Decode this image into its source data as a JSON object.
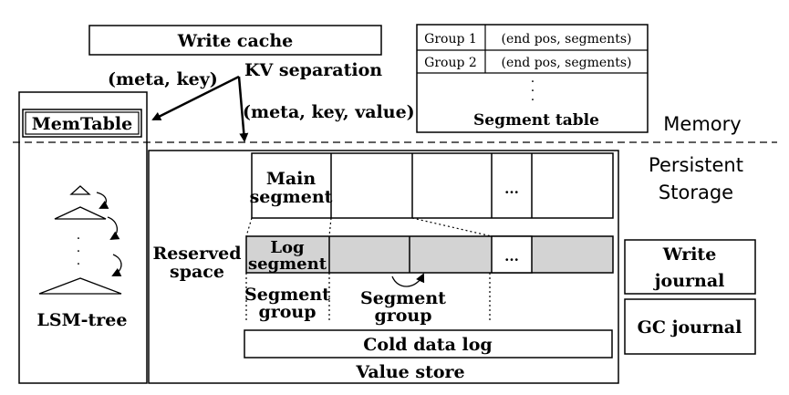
{
  "write_cache": {
    "label": "Write cache"
  },
  "kv_separation": {
    "label": "KV separation"
  },
  "arrows": {
    "meta_key": "(meta, key)",
    "meta_key_value": "(meta, key, value)"
  },
  "segment_table": {
    "rows": [
      {
        "group": "Group 1",
        "value": "(end pos, segments)"
      },
      {
        "group": "Group 2",
        "value": "(end pos, segments)"
      }
    ],
    "ellipsis": ".",
    "title": "Segment table"
  },
  "regions": {
    "memory": "Memory",
    "persistent_line1": "Persistent",
    "persistent_line2": "Storage"
  },
  "memtable": {
    "label": "MemTable"
  },
  "lsm_tree": {
    "label": "LSM-tree",
    "ellipsis": "."
  },
  "value_store": {
    "title": "Value store",
    "reserved_line1": "Reserved",
    "reserved_line2": "space",
    "main_segment_line1": "Main",
    "main_segment_line2": "segment",
    "log_segment_line1": "Log",
    "log_segment_line2": "segment",
    "ellipsis": "...",
    "segment_group_line1": "Segment",
    "segment_group_line2": "group",
    "cold_data_log": "Cold data log"
  },
  "journals": {
    "write_line1": "Write",
    "write_line2": "journal",
    "gc": "GC journal"
  },
  "colors": {
    "stroke": "#000000",
    "log_fill": "#d3d3d3",
    "background": "#ffffff"
  }
}
